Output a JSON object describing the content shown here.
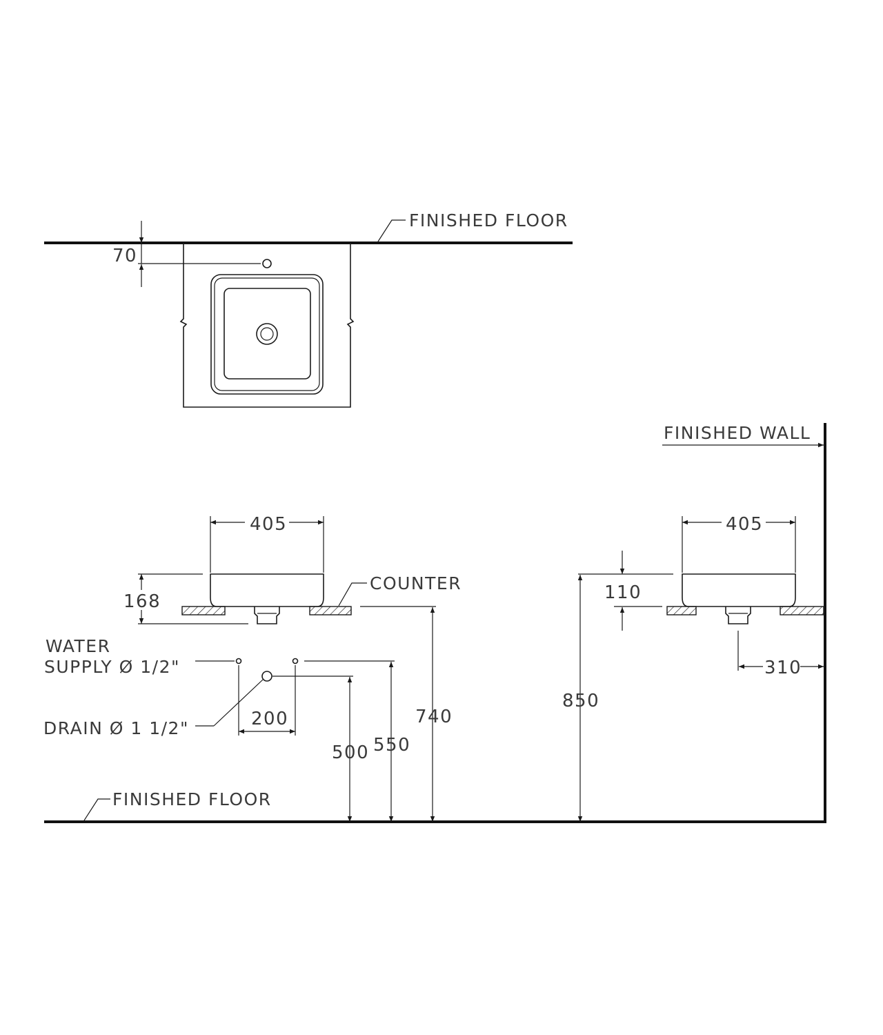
{
  "labels": {
    "finished_floor_top": "FINISHED FLOOR",
    "finished_wall": "FINISHED WALL",
    "counter": "COUNTER",
    "water_supply_line1": "WATER",
    "water_supply_line2": "SUPPLY Ø 1/2\"",
    "drain": "DRAIN Ø 1 1/2\"",
    "finished_floor_bottom": "FINISHED FLOOR"
  },
  "dimensions": {
    "tap_offset": "70",
    "width_front": "405",
    "height_front": "168",
    "supply_spacing": "200",
    "drain_height": "500",
    "supply_height": "550",
    "counter_height": "740",
    "width_side": "405",
    "height_above_counter": "110",
    "drain_from_wall": "310",
    "rim_height": "850"
  }
}
